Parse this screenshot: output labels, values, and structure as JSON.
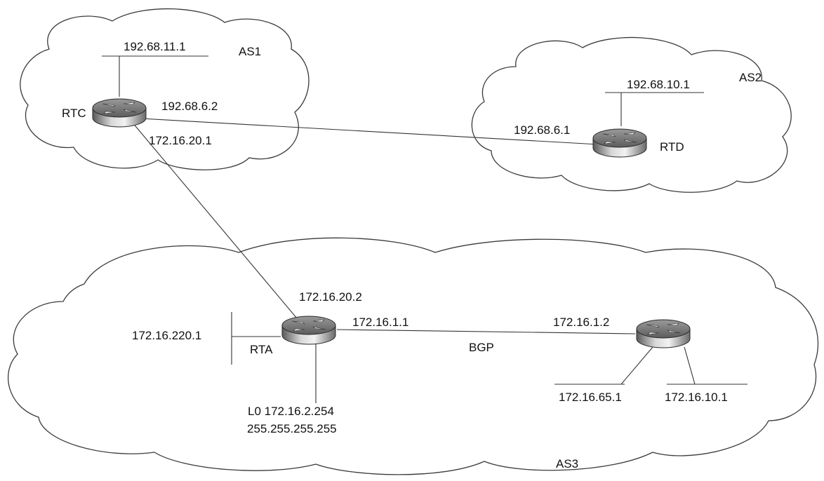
{
  "diagram": {
    "clouds": {
      "as1": {
        "label": "AS1"
      },
      "as2": {
        "label": "AS2"
      },
      "as3": {
        "label": "AS3"
      }
    },
    "routers": {
      "rtc": {
        "label": "RTC"
      },
      "rtd": {
        "label": "RTD"
      },
      "rta": {
        "label": "RTA"
      },
      "rtb": {
        "label": ""
      }
    },
    "addresses": {
      "rtc_lan": "192.68.11.1",
      "rtc_to_rtd": "192.68.6.2",
      "rtc_to_rta": "172.16.20.1",
      "rtd_lan": "192.68.10.1",
      "rtd_to_rtc": "192.68.6.1",
      "rta_to_rtc": "172.16.20.2",
      "rta_lan": "172.16.220.1",
      "rta_to_rtb": "172.16.1.1",
      "rta_loopback": "L0 172.16.2.254",
      "rta_loopback_mask": "255.255.255.255",
      "rtb_to_rta": "172.16.1.2",
      "rtb_lan1": "172.16.65.1",
      "rtb_lan2": "172.16.10.1"
    },
    "links": {
      "bgp_label": "BGP"
    }
  }
}
